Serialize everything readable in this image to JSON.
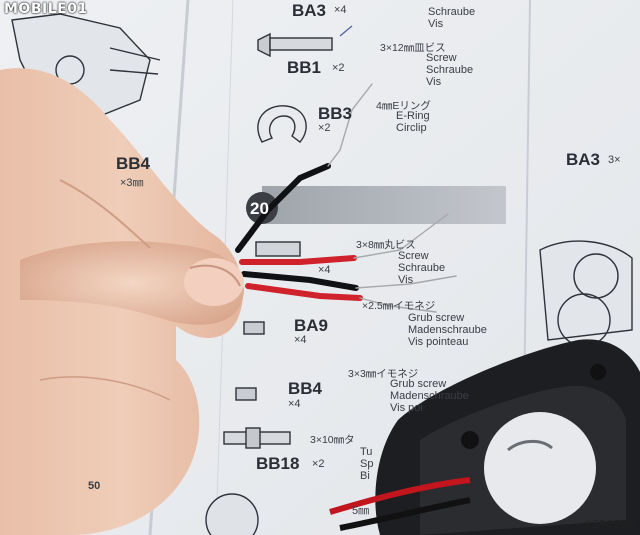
{
  "watermark": {
    "brand": "MOBILE01",
    "photo_id": "#396255"
  },
  "manual": {
    "step_number": "20",
    "parts": [
      {
        "code": "BA3",
        "qty": "×4",
        "names": [
          "Schraube",
          "Vis"
        ]
      },
      {
        "code": "BB1",
        "qty": "×2",
        "jp": "3×12㎜皿ビス",
        "names": [
          "Screw",
          "Schraube",
          "Vis"
        ]
      },
      {
        "code": "BB3",
        "qty": "×2",
        "jp": "4㎜Eリング",
        "names": [
          "E-Ring",
          "Circlip"
        ]
      },
      {
        "code": "BB4",
        "qty": "×3㎜"
      },
      {
        "code": "BA3",
        "qty": "3×"
      },
      {
        "code": "",
        "qty": "×4",
        "jp": "3×8㎜丸ビス",
        "names": [
          "Screw",
          "Schraube",
          "Vis"
        ]
      },
      {
        "code": "",
        "qty": "",
        "jp": "×2.5㎜イモネジ",
        "names": [
          "Grub screw",
          "Madenschraube",
          "Vis pointeau"
        ]
      },
      {
        "code": "BA9",
        "qty": "×4"
      },
      {
        "code": "BB4",
        "qty": "×4",
        "jp": "3×3㎜イモネジ",
        "names": [
          "Grub screw",
          "Madenschraube",
          "Vis poi"
        ]
      },
      {
        "code": "BB18",
        "qty": "×2",
        "jp": "3×10㎜タ",
        "names": [
          "Tu",
          "Sp",
          "Bi"
        ]
      },
      {
        "code": "",
        "qty": "5㎜"
      },
      {
        "code": "",
        "qty": "50"
      }
    ]
  }
}
